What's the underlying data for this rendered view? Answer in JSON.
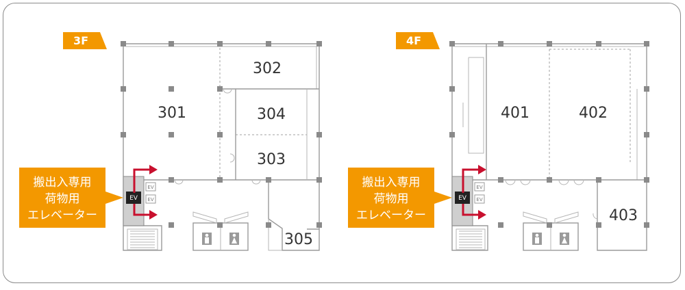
{
  "floors": [
    {
      "label": "3F",
      "rooms": [
        "301",
        "302",
        "304",
        "303",
        "305"
      ],
      "callout": [
        "搬出入専用",
        "荷物用",
        "エレベーター"
      ],
      "ev": "EV"
    },
    {
      "label": "4F",
      "rooms": [
        "401",
        "402",
        "403"
      ],
      "callout": [
        "搬出入専用",
        "荷物用",
        "エレベーター"
      ],
      "ev": "EV"
    }
  ],
  "colors": {
    "accent": "#f39800",
    "arrow": "#c8102e",
    "wall": "#9a9a9a",
    "ev_dark": "#222222"
  },
  "icons": [
    "toilet-icon",
    "elevator-icon",
    "stairs-icon",
    "arrow-icon"
  ]
}
